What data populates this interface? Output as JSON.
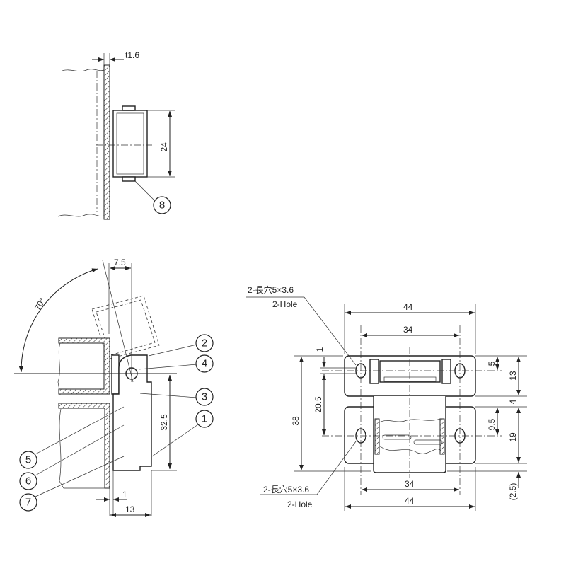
{
  "top_view": {
    "thickness": "t1.6",
    "height": "24",
    "balloon": "8"
  },
  "side_view": {
    "offset": "7.5",
    "angle": "70°",
    "height": "32.5",
    "gap": "1",
    "depth": "13",
    "balloons": [
      "1",
      "2",
      "3",
      "4",
      "5",
      "6",
      "7"
    ]
  },
  "front_view": {
    "width_outer_top": "44",
    "hole_pitch_top": "34",
    "width_outer_bottom": "44",
    "hole_pitch_bottom": "34",
    "overall_height": "38",
    "hole_distance": "20.5",
    "offset_1": "1",
    "slot_5": "5",
    "top_plate": "13",
    "gap": "4",
    "hole_9_5": "9.5",
    "bottom_plate": "19",
    "protrusion": "(2.5)",
    "hole_note_top": {
      "jp": "2-長穴5×3.6",
      "en": "2-Hole"
    },
    "hole_note_bottom": {
      "jp": "2-長穴5×3.6",
      "en": "2-Hole"
    }
  }
}
